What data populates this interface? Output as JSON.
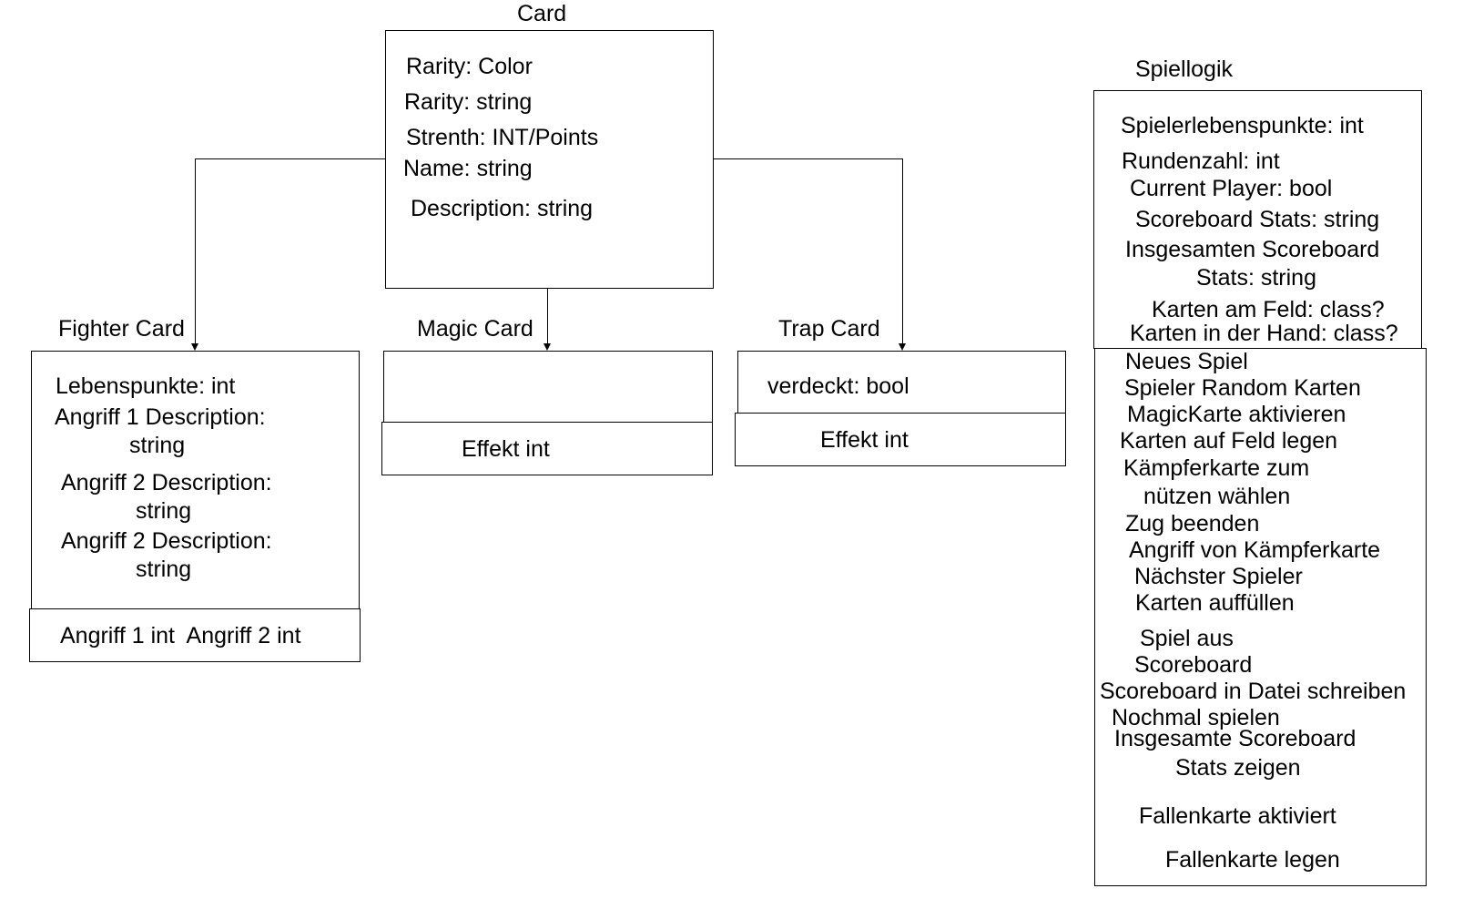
{
  "card": {
    "title": "Card",
    "attributes": [
      "Rarity: Color",
      "Rarity: string",
      "Strenth: INT/Points",
      "Name: string",
      "Description: string"
    ]
  },
  "fighter_card": {
    "title": "Fighter Card",
    "attributes": [
      "Lebenspunkte: int",
      "Angriff 1 Description:",
      "string",
      "Angriff 2 Description:",
      "string",
      "Angriff 2 Description:",
      "string"
    ],
    "methods": [
      "Angriff 1 int  Angriff 2 int"
    ]
  },
  "magic_card": {
    "title": "Magic Card",
    "attributes": [],
    "methods": [
      "Effekt int"
    ]
  },
  "trap_card": {
    "title": "Trap Card",
    "attributes": [
      "verdeckt: bool"
    ],
    "methods": [
      "Effekt int"
    ]
  },
  "spiellogik": {
    "title": "Spiellogik",
    "attributes": [
      "Spielerlebenspunkte: int",
      "Rundenzahl: int",
      "Current Player: bool",
      "Scoreboard Stats: string",
      "Insgesamten Scoreboard",
      "Stats: string",
      "Karten am Feld: class?",
      "Karten in der Hand: class?"
    ],
    "methods": [
      "Neues Spiel",
      "Spieler Random Karten",
      "MagicKarte aktivieren",
      "Karten auf Feld legen",
      "Kämpferkarte zum",
      "nützen wählen",
      "Zug beenden",
      "Angriff von Kämpferkarte",
      "Nächster Spieler",
      "Karten auffüllen",
      "Spiel aus",
      "Scoreboard",
      "Scoreboard in Datei schreiben",
      "Nochmal spielen",
      "Insgesamte Scoreboard",
      "Stats zeigen",
      "Fallenkarte aktiviert",
      "Fallenkarte legen"
    ]
  }
}
